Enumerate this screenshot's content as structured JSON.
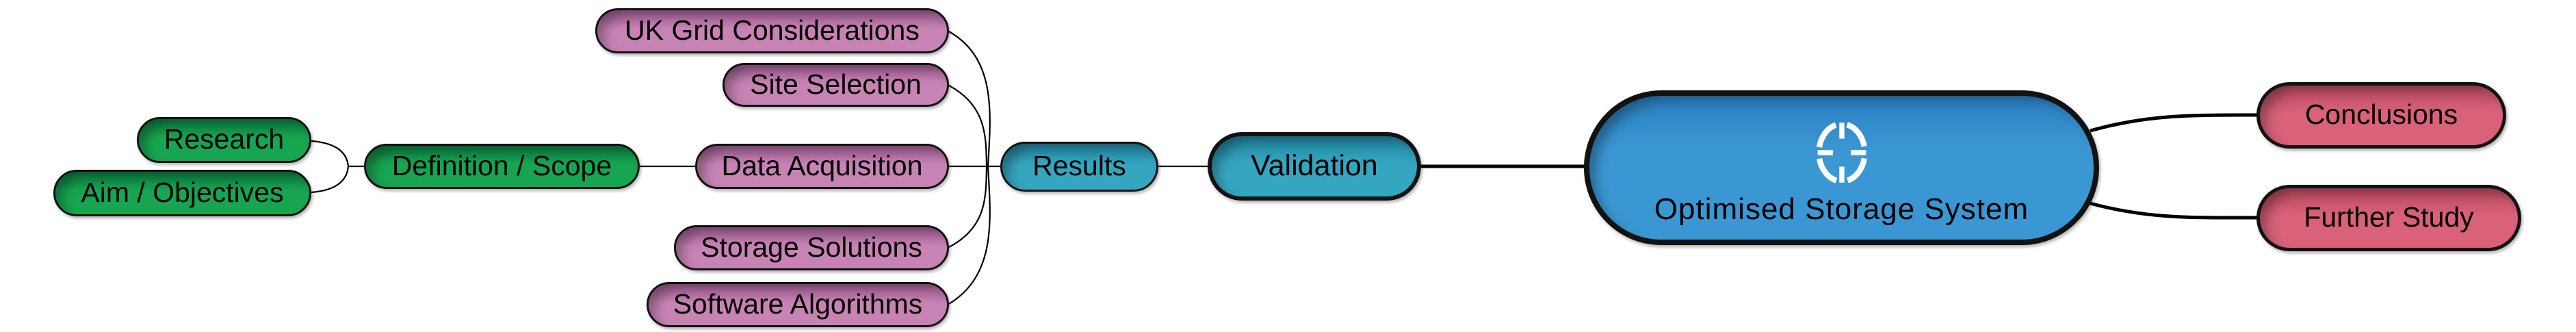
{
  "diagram": {
    "type": "mindmap-flow",
    "background_color": "#ffffff",
    "connector_color": "#000000",
    "text_color": "#000000",
    "colors": {
      "green": "#17a551",
      "pink": "#c883b5",
      "teal": "#35a6c0",
      "blue": "#3b97d3",
      "rose": "#d9617a"
    },
    "nodes": {
      "research": {
        "label": "Research",
        "color": "#17a551"
      },
      "aim_objectives": {
        "label": "Aim / Objectives",
        "color": "#17a551"
      },
      "definition_scope": {
        "label": "Definition / Scope",
        "color": "#17a551"
      },
      "uk_grid": {
        "label": "UK Grid Considerations",
        "color": "#c883b5"
      },
      "site_selection": {
        "label": "Site Selection",
        "color": "#c883b5"
      },
      "data_acquisition": {
        "label": "Data Acquisition",
        "color": "#c883b5"
      },
      "storage_solutions": {
        "label": "Storage Solutions",
        "color": "#c883b5"
      },
      "software_algorithms": {
        "label": "Software Algorithms",
        "color": "#c883b5"
      },
      "results": {
        "label": "Results",
        "color": "#35a6c0"
      },
      "validation": {
        "label": "Validation",
        "color": "#35a6c0"
      },
      "optimised_storage_system": {
        "label": "Optimised Storage System",
        "color": "#3b97d3",
        "icon": "target-icon"
      },
      "conclusions": {
        "label": "Conclusions",
        "color": "#d9617a"
      },
      "further_study": {
        "label": "Further Study",
        "color": "#d9617a"
      }
    },
    "edges": [
      [
        "research",
        "definition_scope"
      ],
      [
        "aim_objectives",
        "definition_scope"
      ],
      [
        "definition_scope",
        "data_acquisition"
      ],
      [
        "uk_grid",
        "results"
      ],
      [
        "site_selection",
        "results"
      ],
      [
        "data_acquisition",
        "results"
      ],
      [
        "storage_solutions",
        "results"
      ],
      [
        "software_algorithms",
        "results"
      ],
      [
        "results",
        "validation"
      ],
      [
        "validation",
        "optimised_storage_system"
      ],
      [
        "optimised_storage_system",
        "conclusions"
      ],
      [
        "optimised_storage_system",
        "further_study"
      ]
    ]
  }
}
